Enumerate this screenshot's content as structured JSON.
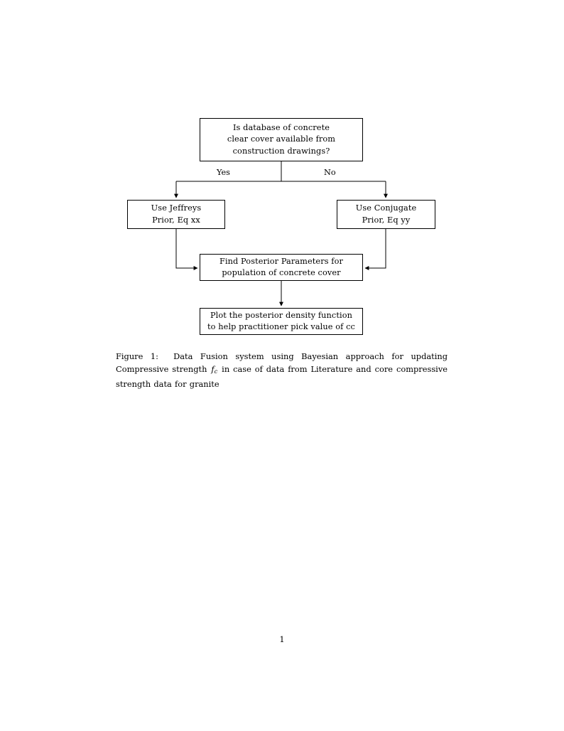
{
  "document": {
    "page_number": "1",
    "background_color": "#ffffff",
    "text_color": "#000000"
  },
  "figure": {
    "nodes": [
      {
        "id": "question",
        "name": "decision-box-database-available",
        "lines": [
          "Is database of concrete",
          "clear cover available from",
          "construction drawings?"
        ]
      },
      {
        "id": "jeffreys",
        "name": "process-box-jeffreys-prior",
        "lines": [
          "Use Jeffreys",
          "Prior, Eq xx"
        ]
      },
      {
        "id": "conjugate",
        "name": "process-box-conjugate-prior",
        "lines": [
          "Use Conjugate",
          "Prior, Eq yy"
        ]
      },
      {
        "id": "posterior",
        "name": "process-box-find-posterior-parameters",
        "lines": [
          "Find Posterior Parameters for",
          "population of concrete cover"
        ]
      },
      {
        "id": "plot",
        "name": "process-box-plot-posterior-density",
        "lines": [
          "Plot the posterior density function",
          "to help practitioner pick value of cc"
        ]
      }
    ],
    "edge_labels": {
      "yes": "Yes",
      "no": "No"
    },
    "edges": [
      {
        "from": "question",
        "to": "jeffreys",
        "label": "Yes"
      },
      {
        "from": "question",
        "to": "conjugate",
        "label": "No"
      },
      {
        "from": "jeffreys",
        "to": "posterior",
        "label": ""
      },
      {
        "from": "conjugate",
        "to": "posterior",
        "label": ""
      },
      {
        "from": "posterior",
        "to": "plot",
        "label": ""
      }
    ],
    "line_color": "#000000",
    "line_width": 1
  },
  "caption": {
    "label": "Figure 1:",
    "part1": "Data Fusion system using Bayesian approach for updating Compressive strength",
    "symbol": "f",
    "symbol_sub": "c",
    "part2": "in case of data from Literature and core compressive strength data for granite",
    "full_text": "Figure 1: Data Fusion system using Bayesian approach for updating Compressive strength fc in case of data from Literature and core compressive strength data for granite"
  }
}
